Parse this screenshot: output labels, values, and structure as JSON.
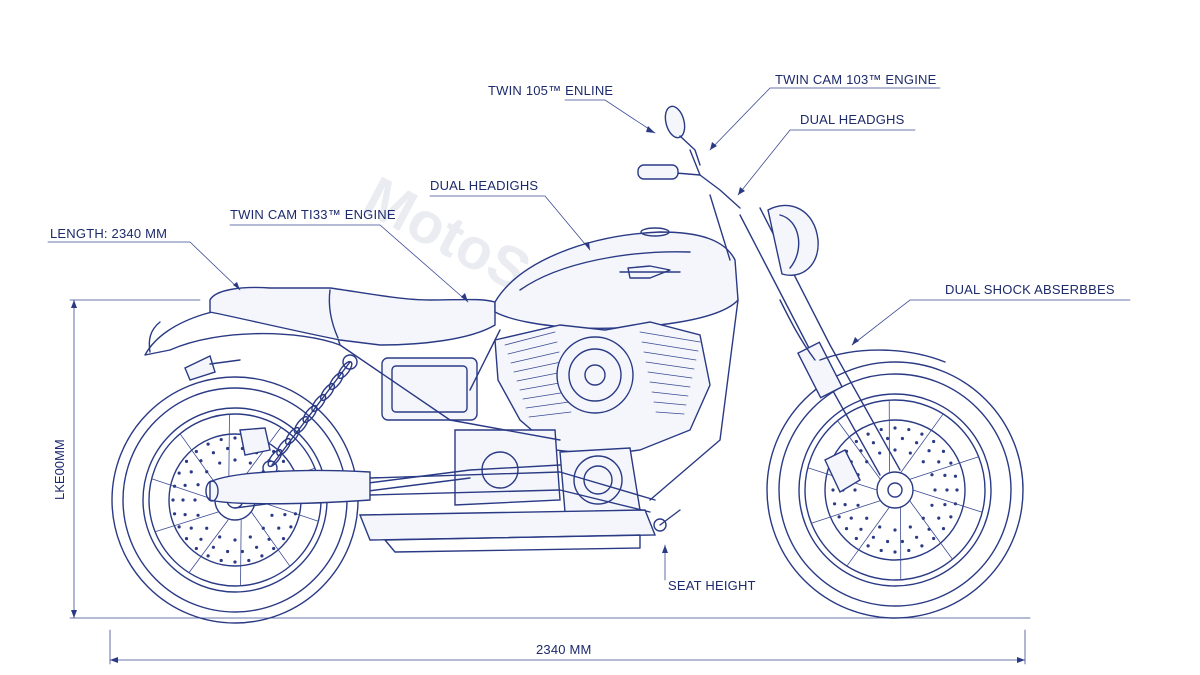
{
  "labels": {
    "twin_105_engine": "TWIN 105™ ENLINE",
    "twin_cam_103_engine": "TWIN CAM 103™ ENGINE",
    "dual_headlights_right": "DUAL HEADGHS",
    "dual_headlights_left": "DUAL HEADIGHS",
    "twin_cam_tb3_engine": "TWIN CAM TI33™ ENGINE",
    "length_label": "LENGTH: 2340 MM",
    "dual_shock_absorbers": "DUAL SHOCK ABSERBBES",
    "seat_height": "SEAT HEIGHT",
    "overall_length": "2340 MM",
    "height_dimension": "LKE00MM"
  },
  "watermark": "MotoSpecs",
  "colors": {
    "ink": "#2a3a84",
    "paper": "#ffffff",
    "watermark": "#d9dde8"
  }
}
